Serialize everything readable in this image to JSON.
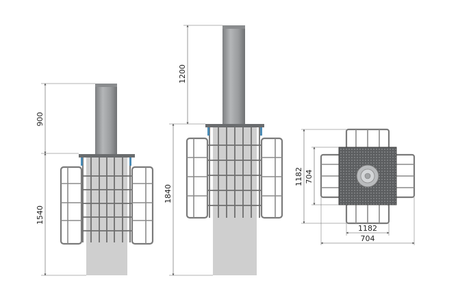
{
  "views": {
    "front_retracted": {
      "dim_top": "900",
      "dim_bottom": "1540"
    },
    "front_extended": {
      "dim_top": "1200",
      "dim_bottom": "1840"
    },
    "top_view": {
      "dim_vertical_outer": "1182",
      "dim_vertical_inner": "704",
      "dim_horizontal_inner": "1182",
      "dim_horizontal_outer": "704"
    }
  },
  "colors": {
    "column": "#9a9c9e",
    "foundation": "#c9c9c9",
    "plate": "#707274",
    "cage": "#7a7a7a",
    "top_plate": "#5a5c5e"
  }
}
